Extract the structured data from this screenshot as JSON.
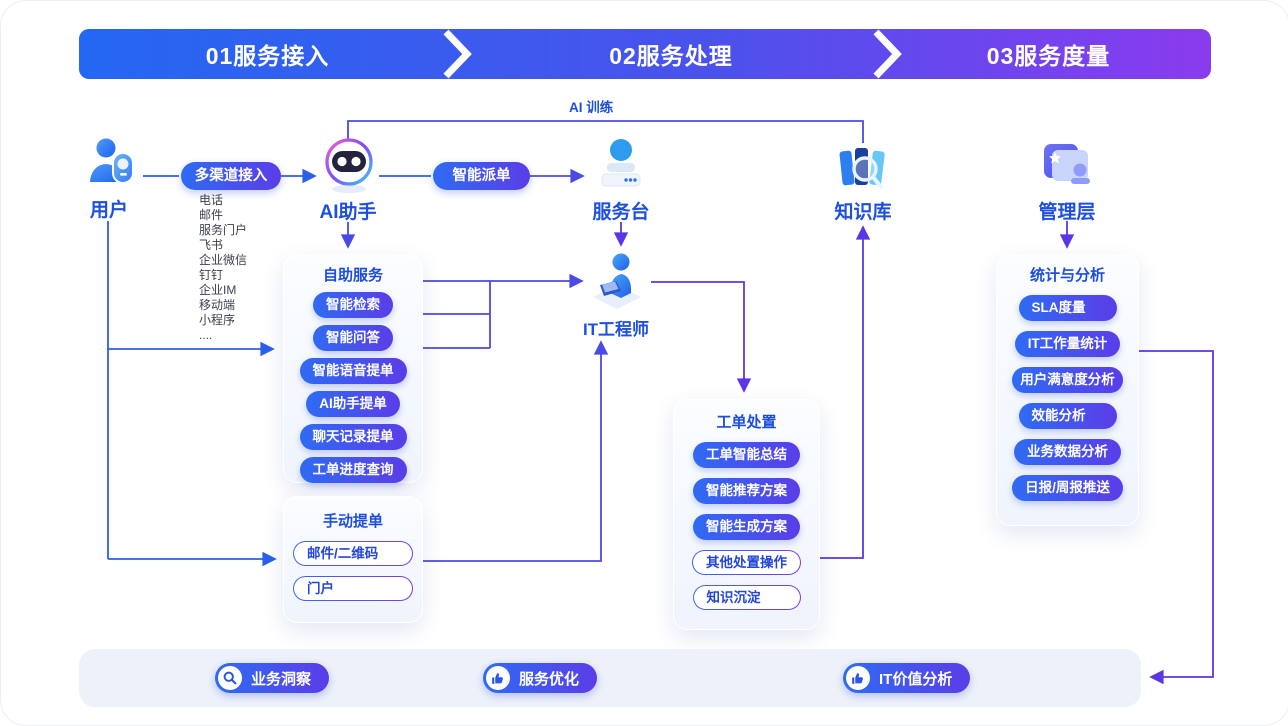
{
  "header": {
    "steps": [
      {
        "label": "01服务接入"
      },
      {
        "label": "02服务处理"
      },
      {
        "label": "03服务度量"
      }
    ]
  },
  "flow": {
    "user_label": "用户",
    "multichannel_label": "多渠道接入",
    "channels": [
      "电话",
      "邮件",
      "服务门户",
      "飞书",
      "企业微信",
      "钉钉",
      "企业IM",
      "移动端",
      "小程序",
      "...."
    ],
    "ai_assistant_label": "AI助手",
    "ai_training_label": "AI 训练",
    "smart_dispatch_label": "智能派单",
    "service_desk_label": "服务台",
    "knowledge_base_label": "知识库",
    "management_label": "管理层",
    "it_engineer_label": "IT工程师"
  },
  "self_service": {
    "title": "自助服务",
    "items": [
      "智能检索",
      "智能问答",
      "智能语音提单",
      "AI助手提单",
      "聊天记录提单",
      "工单进度查询"
    ]
  },
  "manual_ticket": {
    "title": "手动提单",
    "items": [
      "邮件/二维码",
      "门户"
    ]
  },
  "ticket_handling": {
    "title": "工单处置",
    "items_filled": [
      "工单智能总结",
      "智能推荐方案",
      "智能生成方案"
    ],
    "items_outline": [
      "其他处置操作",
      "知识沉淀"
    ]
  },
  "statistics": {
    "title": "统计与分析",
    "items": [
      "SLA度量",
      "IT工作量统计",
      "用户满意度分析",
      "效能分析",
      "业务数据分析",
      "日报/周报推送"
    ]
  },
  "bottom_bar": {
    "items": [
      {
        "label": "业务洞察",
        "icon": "search-icon"
      },
      {
        "label": "服务优化",
        "icon": "thumbs-up-icon"
      },
      {
        "label": "IT价值分析",
        "icon": "thumbs-up-icon"
      }
    ]
  },
  "colors": {
    "banner_gradient_start": "#2467F2",
    "banner_gradient_end": "#8A3BEE",
    "pill_gradient_start": "#2F6BF3",
    "pill_gradient_end": "#5B3DE8",
    "label_blue": "#1D4FE0",
    "line_blue": "#2B5FEA",
    "line_purple": "#5A36E6",
    "bottom_bar_bg": "#EDF1FA"
  }
}
